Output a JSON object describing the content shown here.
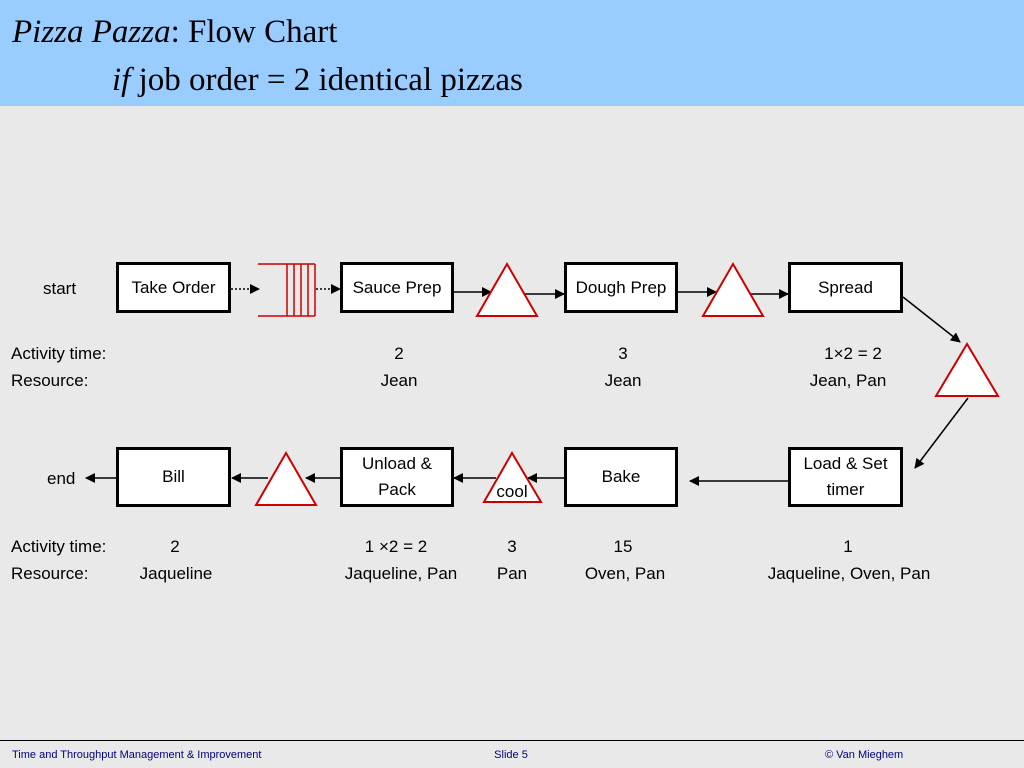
{
  "title": {
    "italic_part": "Pizza Pazza",
    "rest": ": Flow Chart",
    "line2_italic": "if",
    "line2_rest": " job order = 2 identical pizzas"
  },
  "row1": {
    "start_label": "start",
    "steps": {
      "take_order": "Take Order",
      "sauce_prep": "Sauce Prep",
      "dough_prep": "Dough Prep",
      "spread": "Spread"
    },
    "activity_label": "Activity time:",
    "resource_label": "Resource:",
    "times": {
      "sauce_prep": "2",
      "dough_prep": "3",
      "spread": "1×2 = 2"
    },
    "resources": {
      "sauce_prep": "Jean",
      "dough_prep": "Jean",
      "spread": "Jean, Pan"
    }
  },
  "row2": {
    "end_label": "end",
    "steps": {
      "bill": "Bill",
      "unload_pack_1": "Unload &",
      "unload_pack_2": "Pack",
      "cool": "cool",
      "bake": "Bake",
      "load_set_1": "Load & Set",
      "load_set_2": "timer"
    },
    "activity_label": "Activity time:",
    "resource_label": "Resource:",
    "times": {
      "bill": "2",
      "unload_pack": "1 ×2 = 2",
      "cool": "3",
      "bake": "15",
      "load_set": "1"
    },
    "resources": {
      "bill": "Jaqueline",
      "unload_pack": "Jaqueline, Pan",
      "cool": "Pan",
      "bake": "Oven, Pan",
      "load_set": "Jaqueline, Oven, Pan"
    }
  },
  "footer": {
    "course": "Time and Throughput Management & Improvement",
    "slide": "Slide 5",
    "copyright": "© Van Mieghem"
  },
  "colors": {
    "title_bg": "#99ccff",
    "buffer_red": "#cc0000",
    "footer_text": "#000080",
    "background": "#e9e9e9"
  }
}
